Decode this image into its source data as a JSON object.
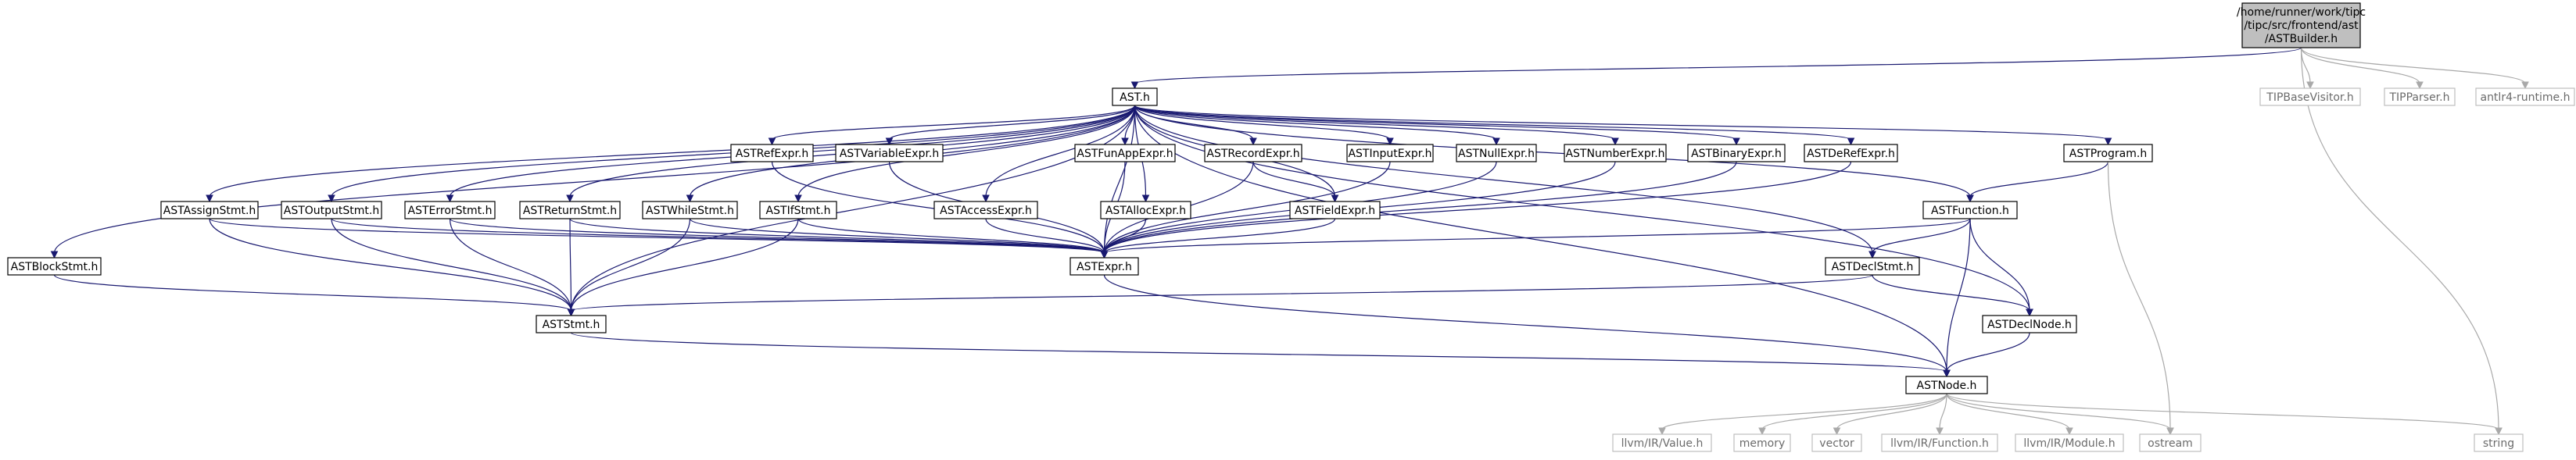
{
  "nodes": [
    {
      "id": "root",
      "label": "/home/runner/work/tipc/tipc/src/frontend/ast/ASTBuilder.h",
      "lines": [
        "/home/runner/work/tipc",
        "/tipc/src/frontend/ast",
        "/ASTBuilder.h"
      ],
      "kind": "root"
    },
    {
      "id": "ast_h",
      "label": "AST.h",
      "kind": "file"
    },
    {
      "id": "tipbasevisitor",
      "label": "TIPBaseVisitor.h",
      "kind": "external"
    },
    {
      "id": "tipparser",
      "label": "TIPParser.h",
      "kind": "external"
    },
    {
      "id": "antlr4",
      "label": "antlr4-runtime.h",
      "kind": "external"
    },
    {
      "id": "string",
      "label": "string",
      "kind": "external"
    },
    {
      "id": "refexpr",
      "label": "ASTRefExpr.h",
      "kind": "file"
    },
    {
      "id": "variableexpr",
      "label": "ASTVariableExpr.h",
      "kind": "file"
    },
    {
      "id": "funappexpr",
      "label": "ASTFunAppExpr.h",
      "kind": "file"
    },
    {
      "id": "recordexpr",
      "label": "ASTRecordExpr.h",
      "kind": "file"
    },
    {
      "id": "inputexpr",
      "label": "ASTInputExpr.h",
      "kind": "file"
    },
    {
      "id": "nullexpr",
      "label": "ASTNullExpr.h",
      "kind": "file"
    },
    {
      "id": "numberexpr",
      "label": "ASTNumberExpr.h",
      "kind": "file"
    },
    {
      "id": "binaryexpr",
      "label": "ASTBinaryExpr.h",
      "kind": "file"
    },
    {
      "id": "derefexpr",
      "label": "ASTDeRefExpr.h",
      "kind": "file"
    },
    {
      "id": "program",
      "label": "ASTProgram.h",
      "kind": "file"
    },
    {
      "id": "assignstmt",
      "label": "ASTAssignStmt.h",
      "kind": "file"
    },
    {
      "id": "outputstmt",
      "label": "ASTOutputStmt.h",
      "kind": "file"
    },
    {
      "id": "errorstmt",
      "label": "ASTErrorStmt.h",
      "kind": "file"
    },
    {
      "id": "returnstmt",
      "label": "ASTReturnStmt.h",
      "kind": "file"
    },
    {
      "id": "whilestmt",
      "label": "ASTWhileStmt.h",
      "kind": "file"
    },
    {
      "id": "ifstmt",
      "label": "ASTIfStmt.h",
      "kind": "file"
    },
    {
      "id": "accessexpr",
      "label": "ASTAccessExpr.h",
      "kind": "file"
    },
    {
      "id": "allocexpr",
      "label": "ASTAllocExpr.h",
      "kind": "file"
    },
    {
      "id": "fieldexpr",
      "label": "ASTFieldExpr.h",
      "kind": "file"
    },
    {
      "id": "function",
      "label": "ASTFunction.h",
      "kind": "file"
    },
    {
      "id": "blockstmt",
      "label": "ASTBlockStmt.h",
      "kind": "file"
    },
    {
      "id": "expr",
      "label": "ASTExpr.h",
      "kind": "file"
    },
    {
      "id": "declstmt",
      "label": "ASTDeclStmt.h",
      "kind": "file"
    },
    {
      "id": "stmt",
      "label": "ASTStmt.h",
      "kind": "file"
    },
    {
      "id": "declnode",
      "label": "ASTDeclNode.h",
      "kind": "file"
    },
    {
      "id": "node",
      "label": "ASTNode.h",
      "kind": "file"
    },
    {
      "id": "llvmvalue",
      "label": "llvm/IR/Value.h",
      "kind": "external"
    },
    {
      "id": "memory",
      "label": "memory",
      "kind": "external"
    },
    {
      "id": "vector",
      "label": "vector",
      "kind": "external"
    },
    {
      "id": "llvmfunction",
      "label": "llvm/IR/Function.h",
      "kind": "external"
    },
    {
      "id": "llvmmodule",
      "label": "llvm/IR/Module.h",
      "kind": "external"
    },
    {
      "id": "ostream",
      "label": "ostream",
      "kind": "external"
    }
  ],
  "edges": [
    [
      "root",
      "ast_h"
    ],
    [
      "root",
      "tipbasevisitor"
    ],
    [
      "root",
      "tipparser"
    ],
    [
      "root",
      "antlr4"
    ],
    [
      "root",
      "string"
    ],
    [
      "ast_h",
      "refexpr"
    ],
    [
      "ast_h",
      "variableexpr"
    ],
    [
      "ast_h",
      "funappexpr"
    ],
    [
      "ast_h",
      "recordexpr"
    ],
    [
      "ast_h",
      "inputexpr"
    ],
    [
      "ast_h",
      "nullexpr"
    ],
    [
      "ast_h",
      "numberexpr"
    ],
    [
      "ast_h",
      "binaryexpr"
    ],
    [
      "ast_h",
      "derefexpr"
    ],
    [
      "ast_h",
      "program"
    ],
    [
      "ast_h",
      "assignstmt"
    ],
    [
      "ast_h",
      "outputstmt"
    ],
    [
      "ast_h",
      "errorstmt"
    ],
    [
      "ast_h",
      "returnstmt"
    ],
    [
      "ast_h",
      "whilestmt"
    ],
    [
      "ast_h",
      "ifstmt"
    ],
    [
      "ast_h",
      "accessexpr"
    ],
    [
      "ast_h",
      "allocexpr"
    ],
    [
      "ast_h",
      "fieldexpr"
    ],
    [
      "ast_h",
      "function"
    ],
    [
      "ast_h",
      "blockstmt"
    ],
    [
      "ast_h",
      "expr"
    ],
    [
      "ast_h",
      "declstmt"
    ],
    [
      "ast_h",
      "stmt"
    ],
    [
      "ast_h",
      "declnode"
    ],
    [
      "ast_h",
      "node"
    ],
    [
      "refexpr",
      "expr"
    ],
    [
      "variableexpr",
      "expr"
    ],
    [
      "funappexpr",
      "expr"
    ],
    [
      "recordexpr",
      "expr"
    ],
    [
      "recordexpr",
      "fieldexpr"
    ],
    [
      "inputexpr",
      "expr"
    ],
    [
      "nullexpr",
      "expr"
    ],
    [
      "numberexpr",
      "expr"
    ],
    [
      "binaryexpr",
      "expr"
    ],
    [
      "derefexpr",
      "expr"
    ],
    [
      "program",
      "function"
    ],
    [
      "program",
      "ostream"
    ],
    [
      "assignstmt",
      "expr"
    ],
    [
      "assignstmt",
      "stmt"
    ],
    [
      "outputstmt",
      "expr"
    ],
    [
      "outputstmt",
      "stmt"
    ],
    [
      "errorstmt",
      "expr"
    ],
    [
      "errorstmt",
      "stmt"
    ],
    [
      "returnstmt",
      "expr"
    ],
    [
      "returnstmt",
      "stmt"
    ],
    [
      "whilestmt",
      "expr"
    ],
    [
      "whilestmt",
      "stmt"
    ],
    [
      "ifstmt",
      "expr"
    ],
    [
      "ifstmt",
      "stmt"
    ],
    [
      "accessexpr",
      "expr"
    ],
    [
      "allocexpr",
      "expr"
    ],
    [
      "fieldexpr",
      "expr"
    ],
    [
      "function",
      "expr"
    ],
    [
      "function",
      "declstmt"
    ],
    [
      "function",
      "declnode"
    ],
    [
      "function",
      "node"
    ],
    [
      "blockstmt",
      "stmt"
    ],
    [
      "expr",
      "node"
    ],
    [
      "declstmt",
      "stmt"
    ],
    [
      "declstmt",
      "declnode"
    ],
    [
      "stmt",
      "node"
    ],
    [
      "declnode",
      "node"
    ],
    [
      "node",
      "llvmvalue"
    ],
    [
      "node",
      "memory"
    ],
    [
      "node",
      "vector"
    ],
    [
      "node",
      "llvmfunction"
    ],
    [
      "node",
      "llvmmodule"
    ],
    [
      "node",
      "ostream"
    ],
    [
      "node",
      "string"
    ]
  ]
}
